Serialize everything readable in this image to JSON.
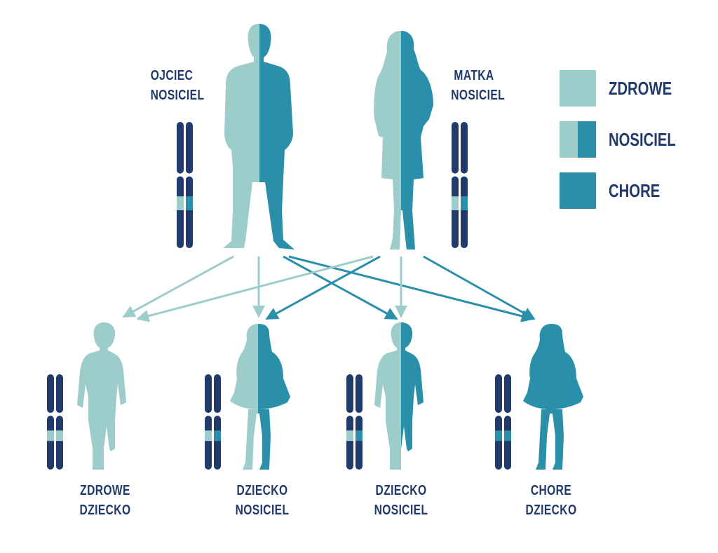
{
  "parents": {
    "father": {
      "line1": "OJCIEC",
      "line2": "NOSICIEL"
    },
    "mother": {
      "line1": "MATKA",
      "line2": "NOSICIEL"
    }
  },
  "children": [
    {
      "line1": "ZDROWE",
      "line2": "DZIECKO"
    },
    {
      "line1": "DZIECKO",
      "line2": "NOSICIEL"
    },
    {
      "line1": "DZIECKO",
      "line2": "NOSICIEL"
    },
    {
      "line1": "CHORE",
      "line2": "DZIECKO"
    }
  ],
  "legend": [
    {
      "label": "ZDROWE",
      "status": "healthy"
    },
    {
      "label": "NOSICIEL",
      "status": "carrier"
    },
    {
      "label": "CHORE",
      "status": "affected"
    }
  ],
  "colors": {
    "healthy": "#9dcdcb",
    "affected": "#2a8fa8",
    "chromosome": "#1f3a6b",
    "label": "#1f3a6b"
  }
}
